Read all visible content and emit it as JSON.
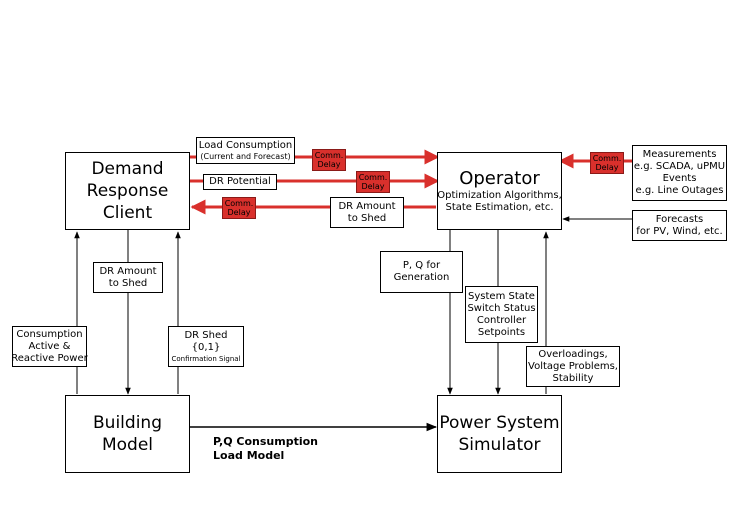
{
  "blocks": {
    "drc": {
      "line1": "Demand",
      "line2": "Response",
      "line3": "Client"
    },
    "operator": {
      "title": "Operator",
      "line1": "Optimization Algorithms,",
      "line2": "State Estimation, etc."
    },
    "building": {
      "line1": "Building",
      "line2": "Model"
    },
    "simulator": {
      "line1": "Power System",
      "line2": "Simulator"
    }
  },
  "labels": {
    "load_consumption": {
      "line1": "Load Consumption",
      "line2": "(Current and Forecast)"
    },
    "dr_potential": "DR Potential",
    "dr_amount_op": {
      "line1": "DR Amount",
      "line2": "to Shed"
    },
    "measurements": {
      "line1": "Measurements",
      "line2": "e.g. SCADA, uPMU",
      "line3": "Events",
      "line4": "e.g. Line Outages"
    },
    "forecasts": {
      "line1": "Forecasts",
      "line2": "for PV, Wind, etc."
    },
    "dr_amount_bld": {
      "line1": "DR Amount",
      "line2": "to Shed"
    },
    "consumption": {
      "line1": "Consumption",
      "line2": "Active &",
      "line3": "Reactive Power"
    },
    "dr_shed": {
      "line1": "DR Shed",
      "line2": "{0,1}",
      "line3": "Confirmation Signal"
    },
    "pq_gen": {
      "line1": "P, Q for",
      "line2": "Generation"
    },
    "system_state": {
      "line1": "System State",
      "line2": "Switch Status",
      "line3": "Controller",
      "line4": "Setpoints"
    },
    "overloadings": {
      "line1": "Overloadings,",
      "line2": "Voltage Problems,",
      "line3": "Stability"
    },
    "pq_consumption": {
      "line1": "P,Q Consumption",
      "line2": "Load Model"
    }
  },
  "comm_delay": {
    "line1": "Comm.",
    "line2": "Delay"
  },
  "colors": {
    "signal_red": "#d9302c",
    "line": "#000000"
  }
}
